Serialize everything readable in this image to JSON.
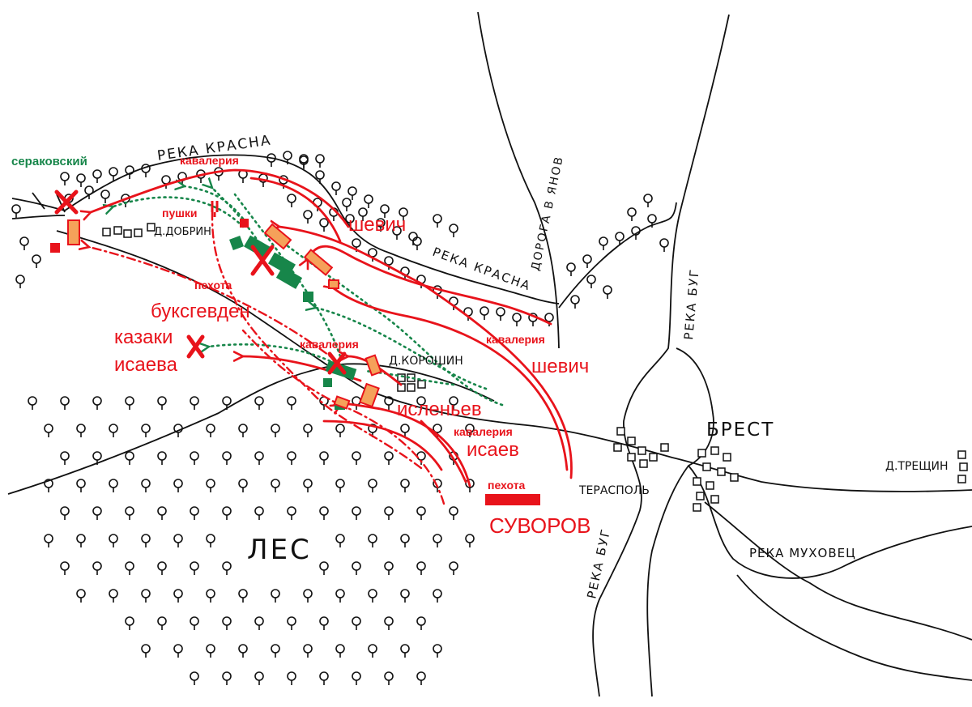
{
  "colors": {
    "russian": "#e8131b",
    "polish": "#17864a",
    "ink": "#111111",
    "orange": "#f5a15a"
  },
  "labels": {
    "river_krasna_top": "РЕКА КРАСНА",
    "river_krasna_mid": "РЕКА КРАСНА",
    "road_yanov": "ДОРОГА В ЯНОВ",
    "river_bug_top": "РЕКА БУГ",
    "river_bug_bottom": "РЕКА БУГ",
    "river_mukhovets": "РЕКА МУХОВЕЦ",
    "village_dobrin": "Д.ДОБРИН",
    "village_koroshin": "Д.КОРОШИН",
    "city_brest": "БРЕСТ",
    "village_treshchin": "Д.ТРЕЩИН",
    "village_terespol": "ТЕРАСПОЛЬ",
    "forest": "ЛЕС"
  },
  "units": {
    "serakovsky": "сераковский",
    "cavalry_top": "кавалерия",
    "guns": "пушки",
    "shevich_top": "шевич",
    "infantry_mid": "пехота",
    "buxhoeveden": "буксгевден",
    "cossacks": "казаки",
    "isaev_left": "исаева",
    "cavalry_mid": "кавалерия",
    "cavalry_right": "кавалерия",
    "shevich_right": "шевич",
    "islenev": "исленьев",
    "cavalry_bottom": "кавалерия",
    "isaev_bottom": "исаев",
    "infantry_suvorov": "пехота",
    "suvorov": "СУВОРОВ"
  }
}
